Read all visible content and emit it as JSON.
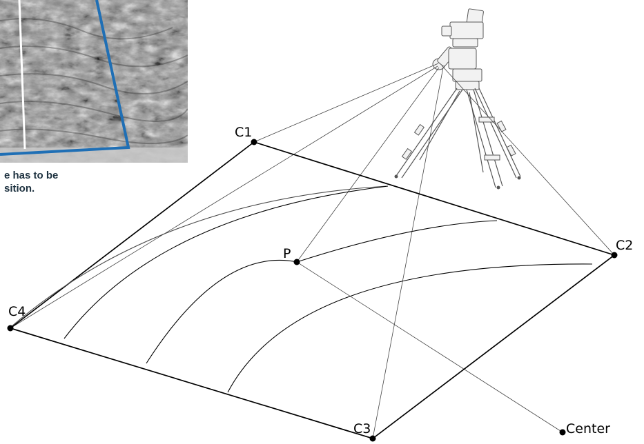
{
  "caption": {
    "line1": "e has to be",
    "line2": "sition."
  },
  "labels": {
    "c1": "C1",
    "c2": "C2",
    "c3": "C3",
    "c4": "C4",
    "p": "P",
    "center": "Center"
  },
  "colors": {
    "inset_border": "#1f6fb5",
    "inset_divider": "#ffffff",
    "lines": "#000000",
    "caption_text": "#1e3240"
  },
  "icons": {
    "camera": "camera-on-tripod-icon"
  }
}
